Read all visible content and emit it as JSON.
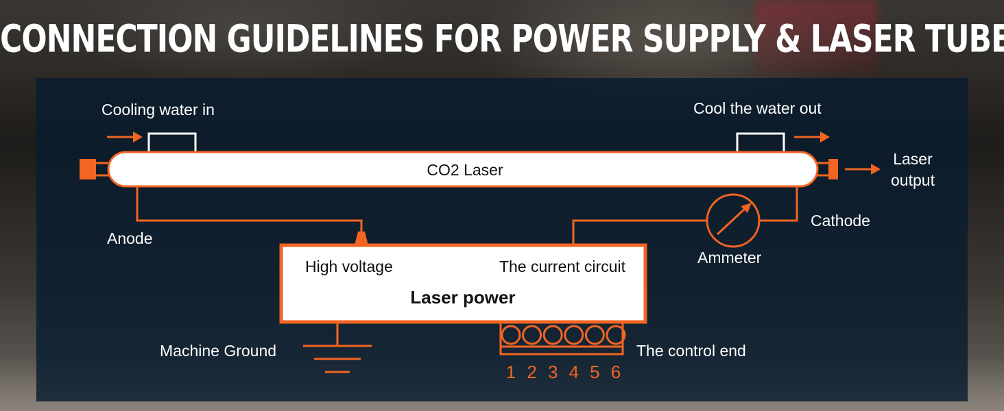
{
  "title": "CONNECTION GUIDELINES FOR POWER SUPPLY & LASER TUBE",
  "colors": {
    "accent": "#f26522",
    "panel": "#0b2236",
    "text": "#ffffff",
    "box": "#ffffff"
  },
  "labels": {
    "cooling_in": "Cooling water in",
    "cooling_out": "Cool the water out",
    "tube": "CO2 Laser",
    "laser_output_1": "Laser",
    "laser_output_2": "output",
    "anode": "Anode",
    "cathode": "Cathode",
    "ammeter": "Ammeter",
    "high_voltage": "High voltage",
    "current_circuit": "The current circuit",
    "laser_power": "Laser power",
    "machine_ground": "Machine Ground",
    "control_end": "The control end"
  },
  "terminals": [
    "1",
    "2",
    "3",
    "4",
    "5",
    "6"
  ],
  "icons": [
    "arrow-right-icon",
    "ammeter-icon",
    "ground-icon",
    "terminal-block-icon"
  ]
}
